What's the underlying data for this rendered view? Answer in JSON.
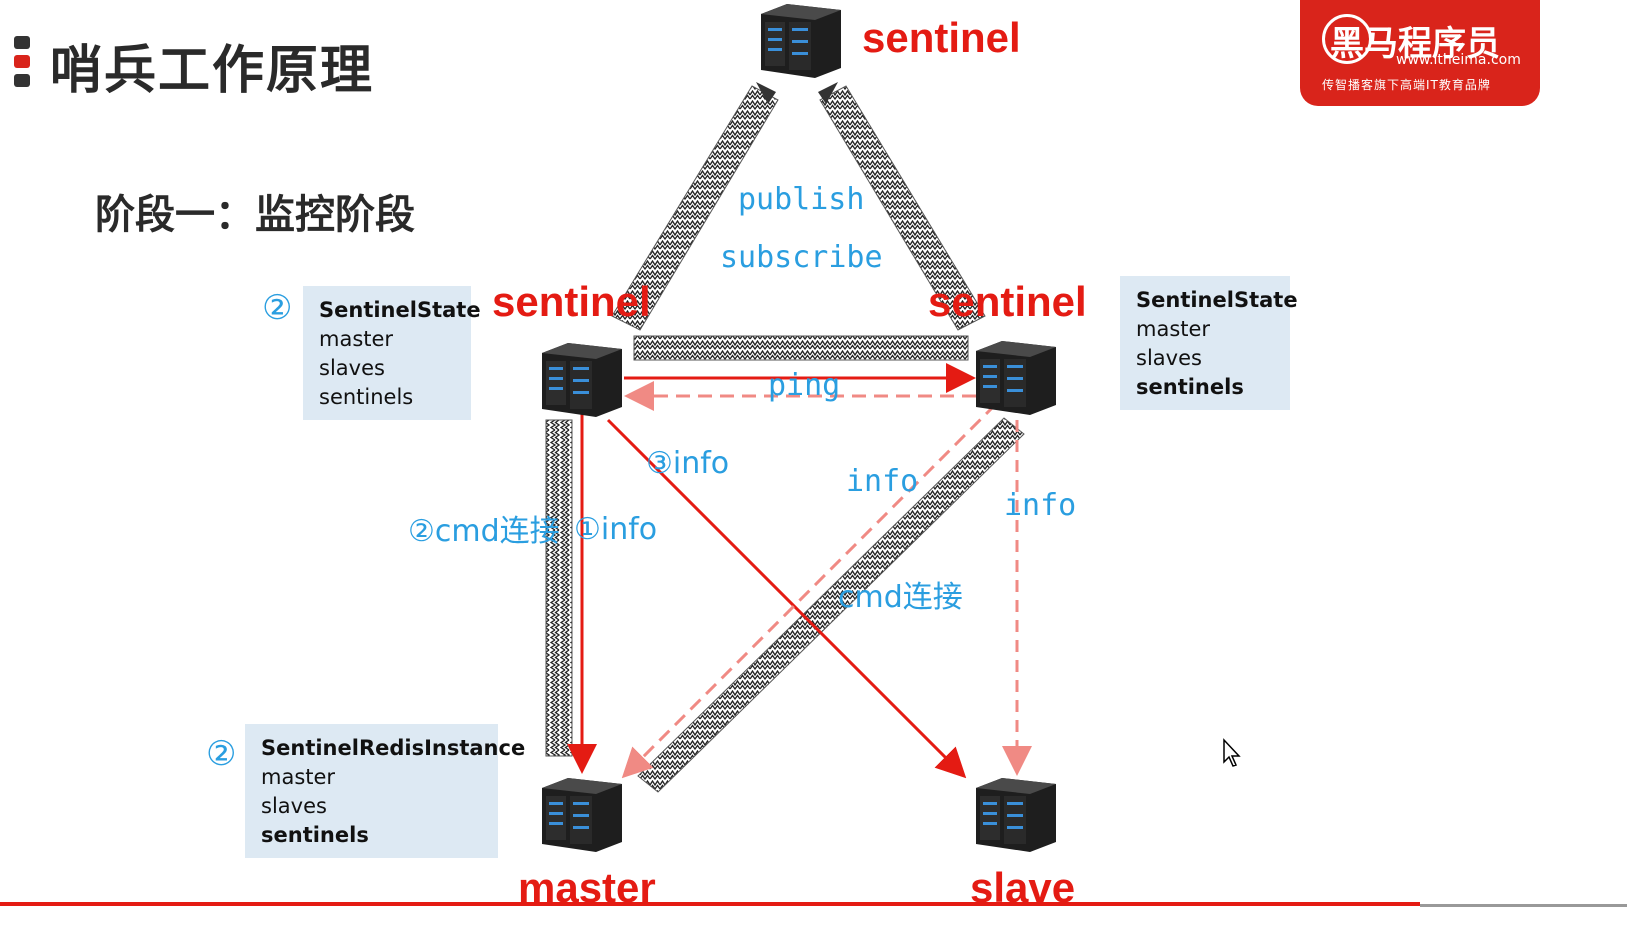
{
  "page": {
    "title": "哨兵工作原理",
    "phase": "阶段一：监控阶段"
  },
  "logo": {
    "brand": "黑马程序员",
    "url": "www.itheima.com",
    "slogan": "传智播客旗下高端IT教育品牌",
    "color": "#d9241b"
  },
  "nodes": {
    "sentinel_top": "sentinel",
    "sentinel_left": "sentinel",
    "sentinel_right": "sentinel",
    "master": "master",
    "slave": "slave"
  },
  "flows": {
    "publish": "publish",
    "subscribe": "subscribe",
    "ping": "ping",
    "info_3": "③info",
    "info_1": "①info",
    "cmd_2": "②cmd连接",
    "info_mid": "info",
    "info_right": "info",
    "cmd_right": "cmd连接"
  },
  "boxes": {
    "left_sentinel": {
      "marker": "②",
      "title": "SentinelState",
      "lines": [
        "master",
        "slaves",
        "sentinels"
      ]
    },
    "right_sentinel": {
      "title": "SentinelState",
      "lines": [
        "master",
        "slaves",
        "sentinels"
      ]
    },
    "master": {
      "marker": "②",
      "title": "SentinelRedisInstance",
      "lines": [
        "master",
        "slaves",
        "sentinels"
      ]
    }
  },
  "colors": {
    "label_red": "#e41b13",
    "flow_blue": "#2a9ee0",
    "box_bg": "#dde9f3",
    "arrow_red": "#e41b13",
    "arrow_dashed": "#f08a84"
  }
}
